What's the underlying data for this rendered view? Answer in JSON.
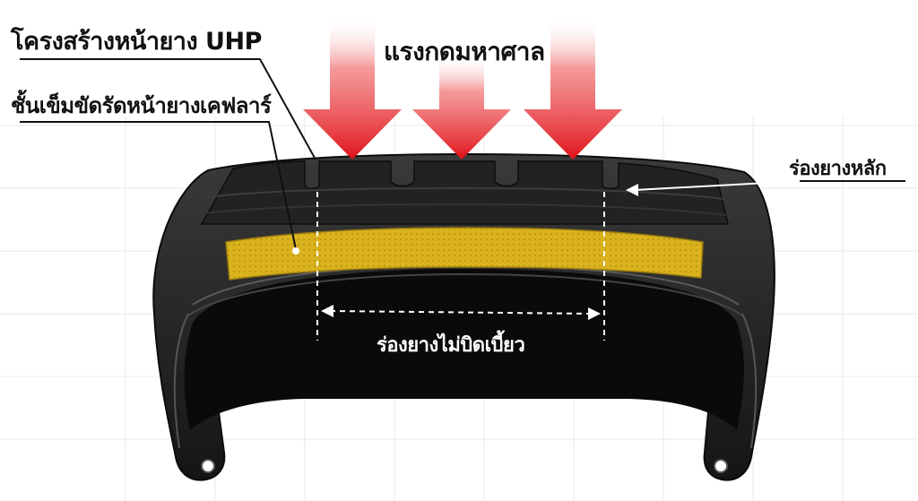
{
  "labels": {
    "uhp_structure": "โครงสร้างหน้ายาง UHP",
    "kevlar_belt": "ชั้นเข็มขัดรัดหน้ายางเคฟลาร์",
    "high_force": "แรงกดมหาศาล",
    "main_groove": "ร่องยางหลัก",
    "non_distort_groove": "ร่องยางไม่บิดเบี้ยว"
  },
  "colors": {
    "arrow_red": "#e0141b",
    "kevlar_yellow": "#d9b21e",
    "tire_black": "#1c1c1c"
  },
  "force_arrow_count": 3
}
